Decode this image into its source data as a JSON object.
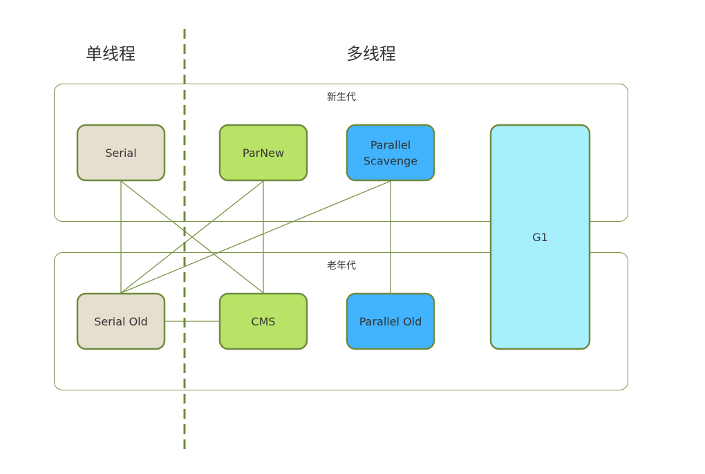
{
  "headings": {
    "single_thread": "单线程",
    "multi_thread": "多线程"
  },
  "generations": {
    "young": {
      "label": "新生代"
    },
    "old": {
      "label": "老年代"
    }
  },
  "colors": {
    "border": "#6e8b3d",
    "line": "#7a9446",
    "container_border": "#7a9446",
    "serial_fill": "#e6dfd0",
    "parnew_fill": "#b9e366",
    "parallel_fill": "#41b3ff",
    "g1_fill": "#a6effd"
  },
  "collectors": [
    {
      "id": "serial",
      "lines": [
        "Serial"
      ],
      "generation": "young",
      "threading": "single",
      "fill": "serial_fill"
    },
    {
      "id": "parnew",
      "lines": [
        "ParNew"
      ],
      "generation": "young",
      "threading": "multi",
      "fill": "parnew_fill"
    },
    {
      "id": "parallel-scavenge",
      "lines": [
        "Parallel",
        "Scavenge"
      ],
      "generation": "young",
      "threading": "multi",
      "fill": "parallel_fill"
    },
    {
      "id": "g1",
      "lines": [
        "G1"
      ],
      "generation": "both",
      "threading": "multi",
      "fill": "g1_fill"
    },
    {
      "id": "serial-old",
      "lines": [
        "Serial Old"
      ],
      "generation": "old",
      "threading": "single",
      "fill": "serial_fill"
    },
    {
      "id": "cms",
      "lines": [
        "CMS"
      ],
      "generation": "old",
      "threading": "multi",
      "fill": "parnew_fill"
    },
    {
      "id": "parallel-old",
      "lines": [
        "Parallel Old"
      ],
      "generation": "old",
      "threading": "multi",
      "fill": "parallel_fill"
    }
  ],
  "connections": [
    {
      "from": "serial",
      "to": "serial-old"
    },
    {
      "from": "serial",
      "to": "cms"
    },
    {
      "from": "parnew",
      "to": "serial-old"
    },
    {
      "from": "parnew",
      "to": "cms"
    },
    {
      "from": "parallel-scavenge",
      "to": "serial-old"
    },
    {
      "from": "parallel-scavenge",
      "to": "parallel-old"
    },
    {
      "from": "serial-old",
      "to": "cms"
    }
  ]
}
